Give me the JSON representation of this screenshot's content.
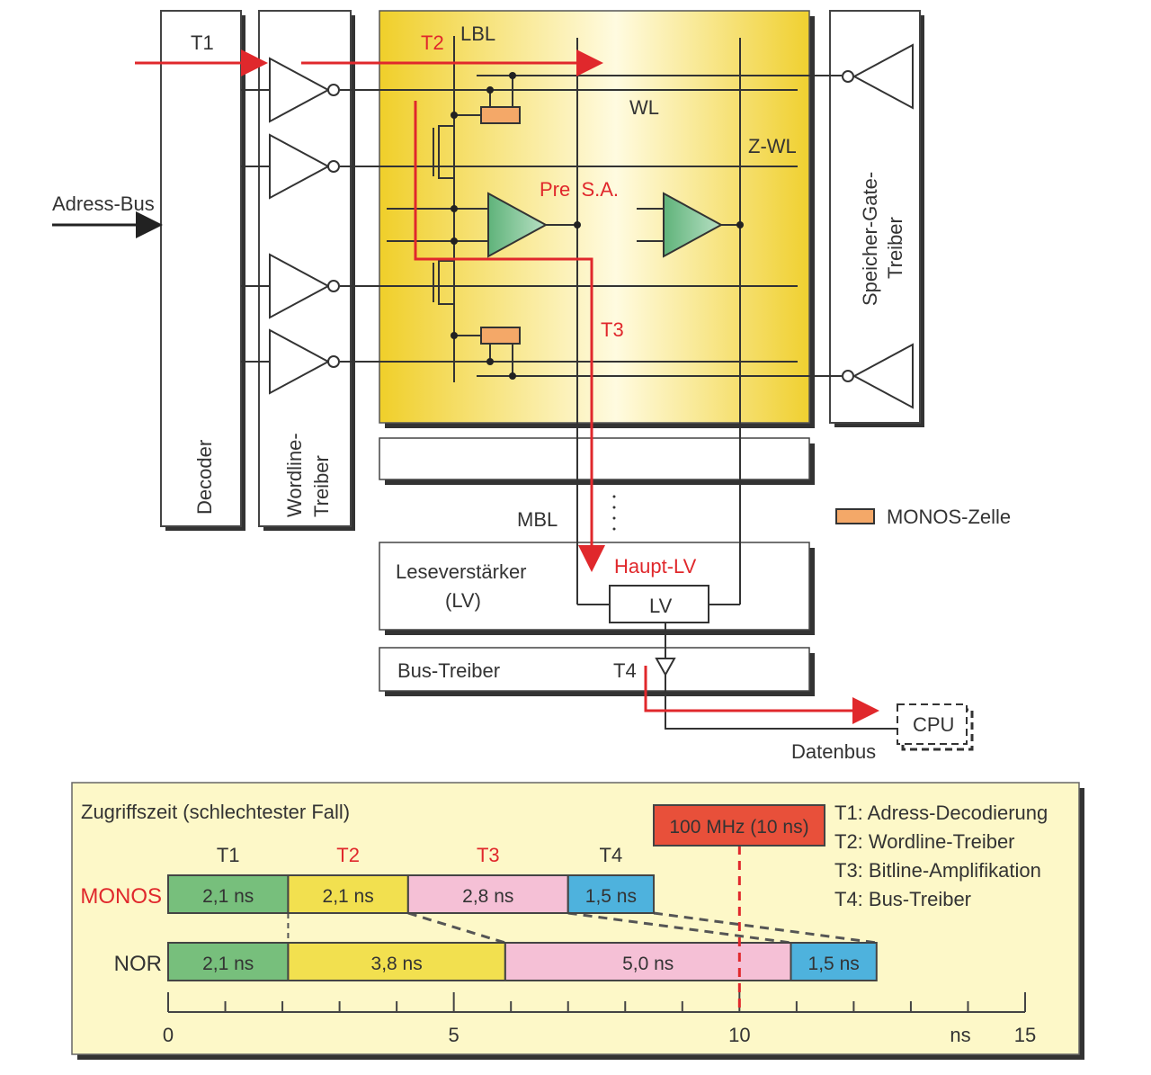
{
  "diagram": {
    "decoder_label": "Decoder",
    "wordline_driver_label_1": "Wordline-",
    "wordline_driver_label_2": "Treiber",
    "gate_driver_label_1": "Speicher-Gate-",
    "gate_driver_label_2": "Treiber",
    "address_bus_label": "Adress-Bus",
    "t1_label": "T1",
    "t2_label": "T2",
    "t3_label": "T3",
    "t4_label": "T4",
    "lbl_label": "LBL",
    "wl_label": "WL",
    "zwl_label": "Z-WL",
    "pre_sa_label": "Pre  S.A.",
    "mbl_label": "MBL",
    "sense_amp_label_1": "Leseverstärker",
    "sense_amp_label_2": "(LV)",
    "main_sa_label": "Haupt-LV",
    "lv_label": "LV",
    "bus_driver_label": "Bus-Treiber",
    "cpu_label": "CPU",
    "data_bus_label": "Datenbus",
    "legend_cell_label": "MONOS-Zelle",
    "colors": {
      "red": "#e0282c",
      "yellow": "#f2d43a",
      "green": "#6fbf8a",
      "orange": "#f4a868"
    }
  },
  "chart_data": {
    "type": "bar",
    "title": "Zugriffszeit (schlechtester Fall)",
    "xlabel": "ns",
    "xlim": [
      0,
      15
    ],
    "xticks": [
      0,
      5,
      10,
      15
    ],
    "phases": [
      {
        "name": "T1",
        "color": "#5fb56f",
        "label_color": "#333333"
      },
      {
        "name": "T2",
        "color": "#f0dc3a",
        "label_color": "#e0282c"
      },
      {
        "name": "T3",
        "color": "#f3b6d8",
        "label_color": "#e0282c"
      },
      {
        "name": "T4",
        "color": "#2fa6e0",
        "label_color": "#333333"
      }
    ],
    "series": [
      {
        "name": "MONOS",
        "values": [
          2.1,
          2.1,
          2.8,
          1.5
        ],
        "labels": [
          "2,1 ns",
          "2,1 ns",
          "2,8 ns",
          "1,5 ns"
        ],
        "name_color": "#e0282c"
      },
      {
        "name": "NOR",
        "values": [
          2.1,
          3.8,
          5.0,
          1.5
        ],
        "labels": [
          "2,1 ns",
          "3,8 ns",
          "5,0 ns",
          "1,5 ns"
        ],
        "name_color": "#333333"
      }
    ],
    "marker": {
      "value": 10,
      "label": "100 MHz (10 ns)"
    },
    "legend": [
      "T1: Adress-Decodierung",
      "T2: Wordline-Treiber",
      "T3: Bitline-Amplifikation",
      "T4: Bus-Treiber"
    ]
  }
}
